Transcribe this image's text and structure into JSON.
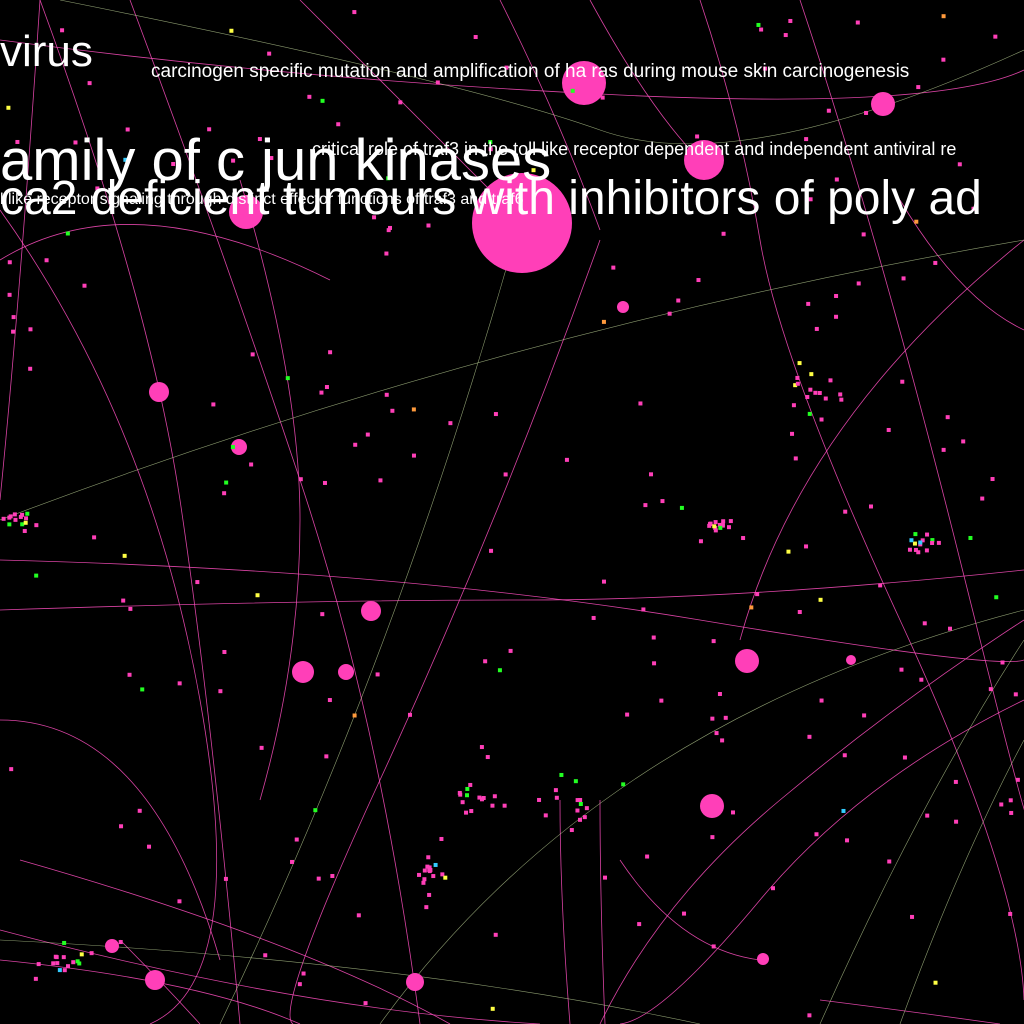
{
  "graph": {
    "labels": [
      "virus",
      "carcinogen specific mutation and amplification of ha ras during mouse skin carcinogenesis",
      "amily of c jun kinases",
      "critical role of traf3 in the toll like receptor dependent and independent antiviral re",
      "ca2 deficient tumours with inhibitors of poly ad",
      "l like receptor signaling through distinct effector functions of traf3 and traf6"
    ]
  },
  "colors": {
    "background": "#000000",
    "node": "#ff3fb8",
    "edge_pink": "#ff4fc0",
    "edge_olive": "#c9e0a0",
    "node_green": "#22ff22",
    "node_orange": "#ff9a3c",
    "node_yellow": "#ffff44",
    "node_cyan": "#33ccff",
    "label": "#ffffff"
  }
}
